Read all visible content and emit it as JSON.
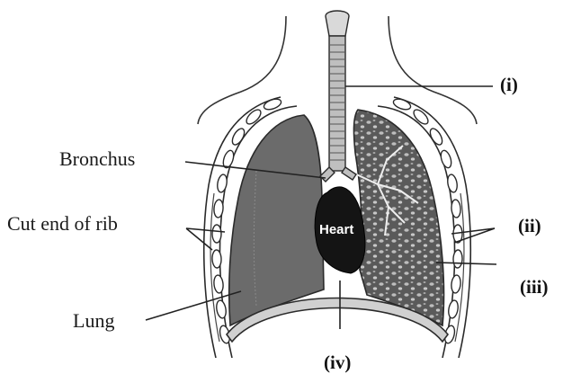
{
  "labels": {
    "bronchus": "Bronchus",
    "rib": "Cut end of rib",
    "lung": "Lung",
    "heart": "Heart",
    "i": "(i)",
    "ii": "(ii)",
    "iii": "(iii)",
    "iv": "(iv)"
  },
  "colors": {
    "lung_fill": "#6b6b6b",
    "lung_dark": "#3d3d3d",
    "heart_fill": "#141414",
    "diaphragm": "#d0d0d0",
    "outline": "#2a2a2a"
  }
}
